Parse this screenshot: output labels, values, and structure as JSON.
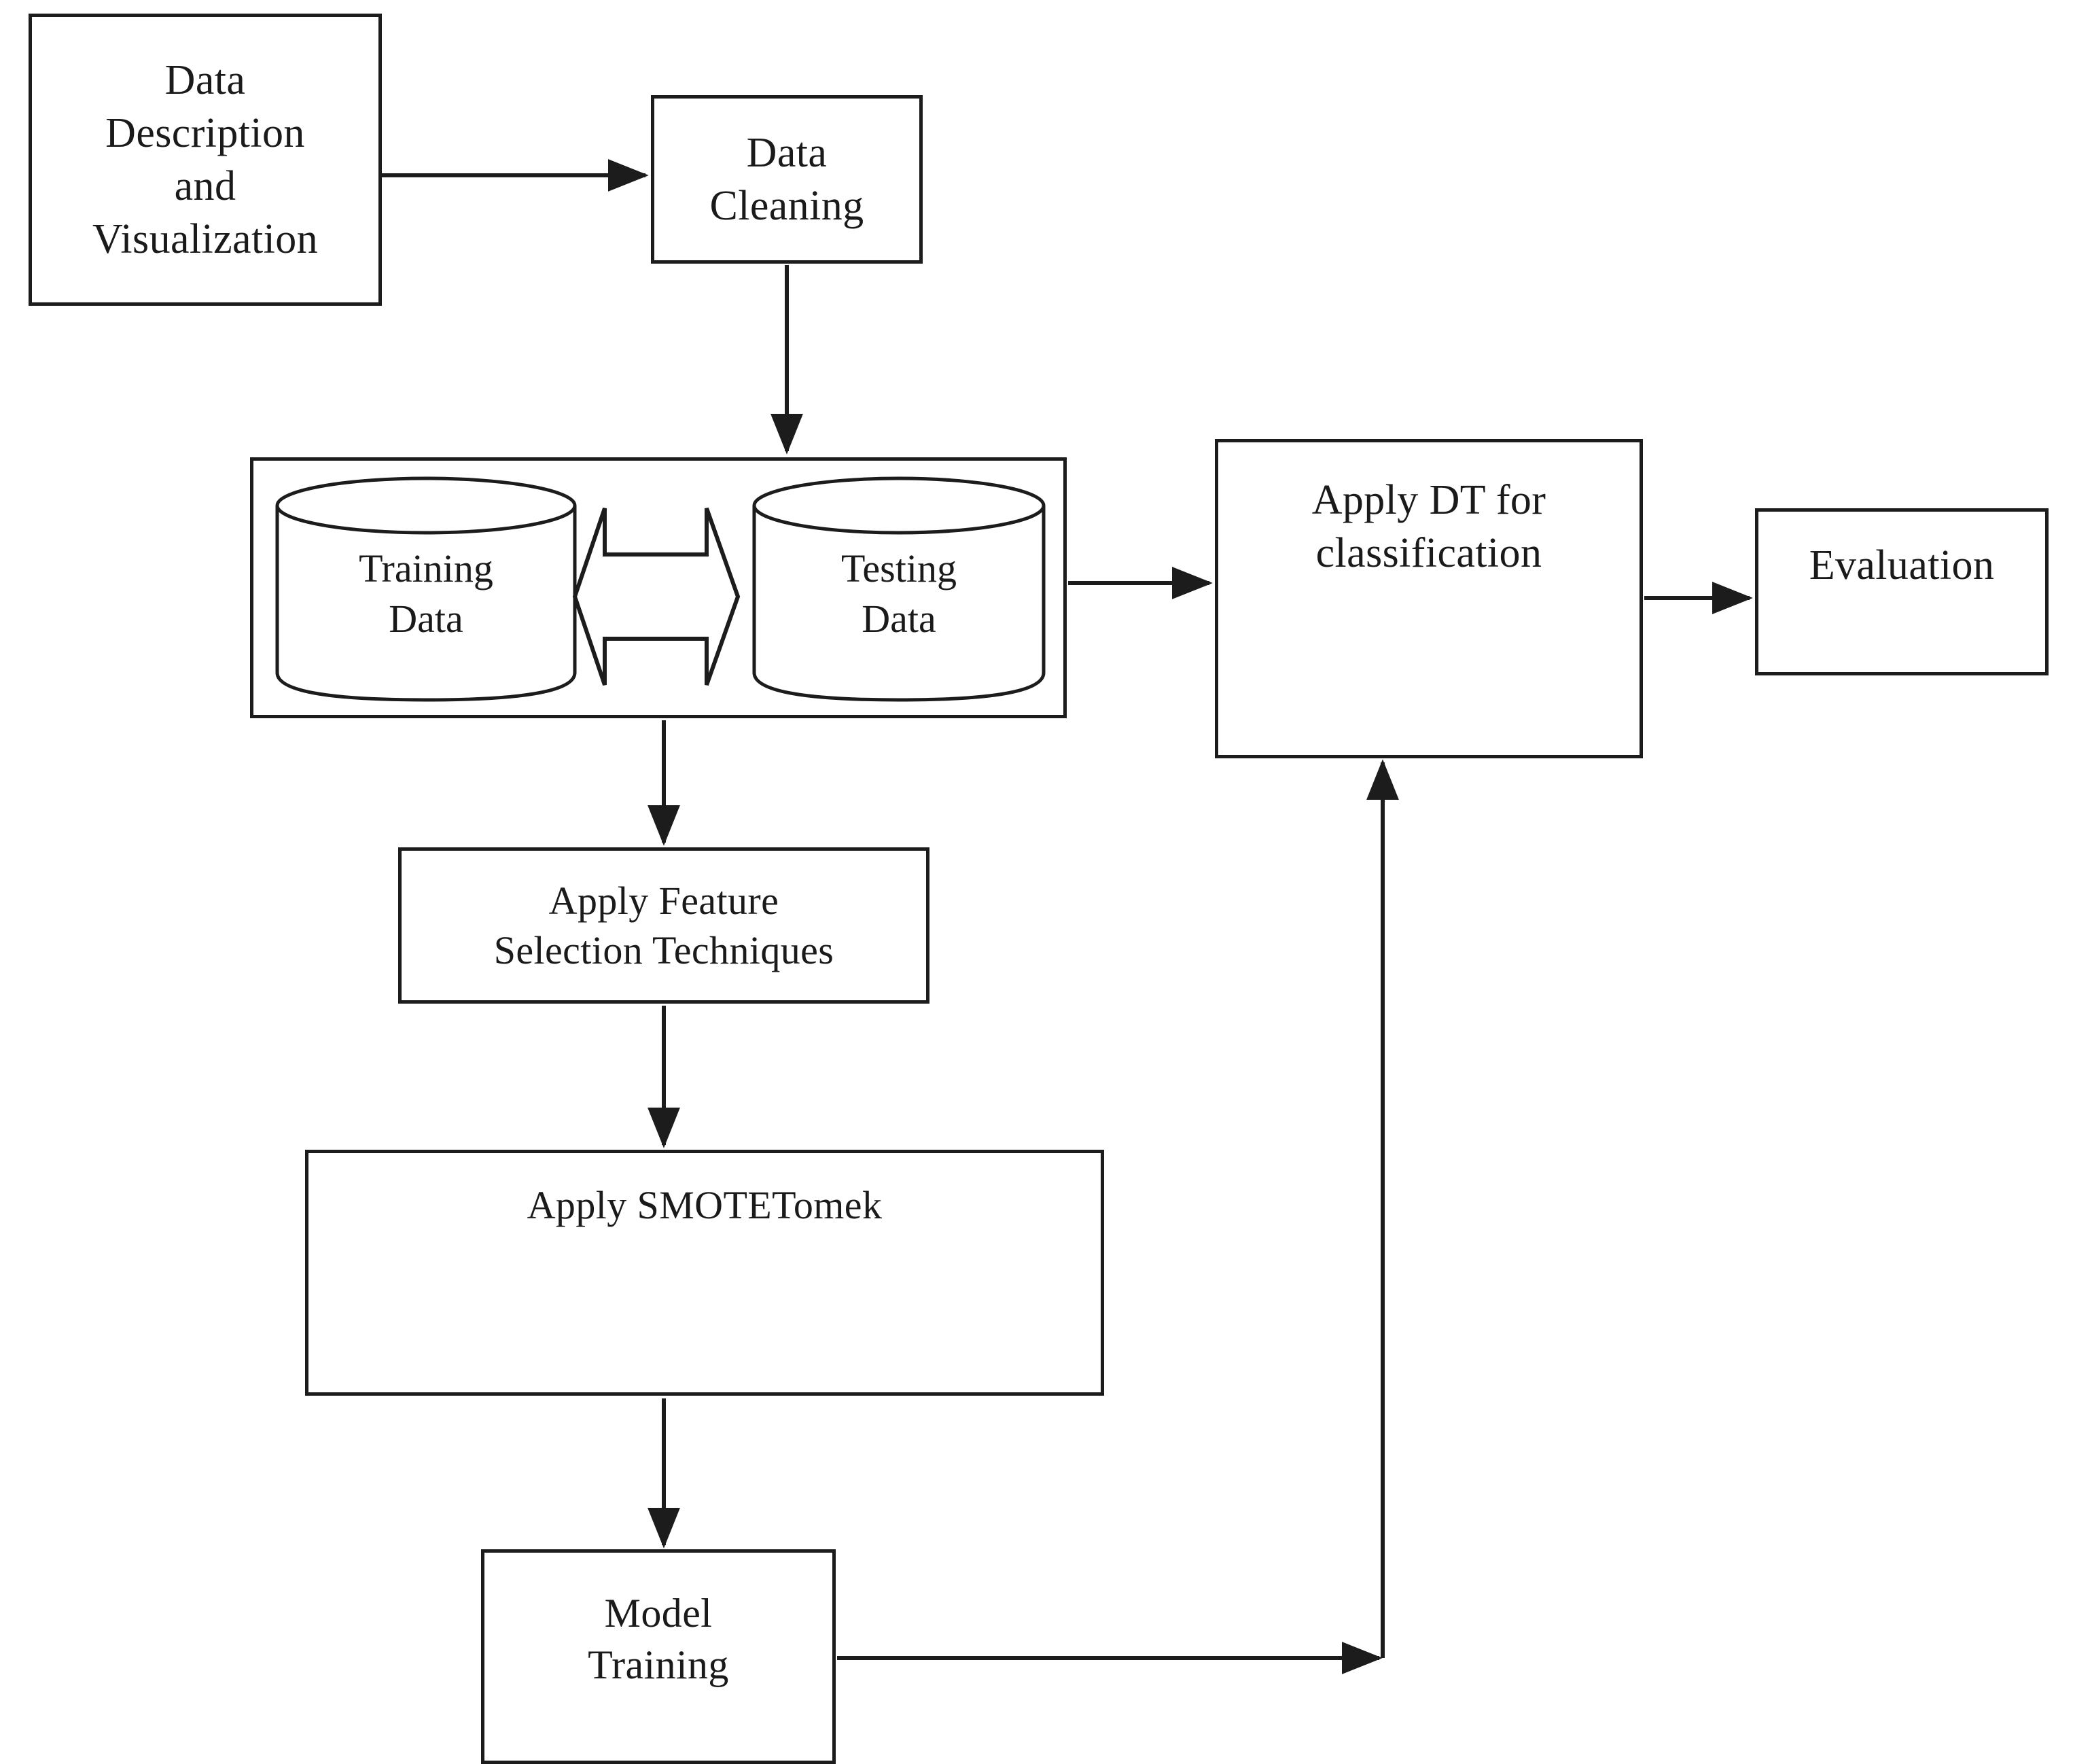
{
  "diagram": {
    "title": "Machine learning pipeline flowchart",
    "stroke_color": "#1c1c1c",
    "background_color": "#ffffff",
    "nodes": {
      "data_description": {
        "label": "Data\nDescription\nand\nVisualization",
        "shape": "rectangle"
      },
      "data_cleaning": {
        "label": "Data\nCleaning",
        "shape": "rectangle"
      },
      "data_split_container": {
        "label": "",
        "shape": "rectangle"
      },
      "training_data": {
        "label": "Training\nData",
        "shape": "cylinder"
      },
      "testing_data": {
        "label": "Testing\nData",
        "shape": "cylinder"
      },
      "apply_dt": {
        "label": "Apply DT for\nclassification",
        "shape": "rectangle"
      },
      "evaluation": {
        "label": "Evaluation",
        "shape": "rectangle"
      },
      "feature_selection": {
        "label": "Apply Feature\nSelection Techniques",
        "shape": "rectangle"
      },
      "smotetomek": {
        "label": "Apply SMOTETomek",
        "shape": "rectangle"
      },
      "model_training": {
        "label": "Model\nTraining",
        "shape": "rectangle"
      }
    },
    "edges": [
      {
        "from": "data_description",
        "to": "data_cleaning",
        "direction": "right",
        "arrowheads": 1
      },
      {
        "from": "data_cleaning",
        "to": "data_split_container",
        "direction": "down",
        "arrowheads": 1
      },
      {
        "from": "training_data",
        "to": "testing_data",
        "direction": "bidirectional",
        "arrowheads": 2
      },
      {
        "from": "data_split_container",
        "to": "apply_dt",
        "direction": "right",
        "arrowheads": 1
      },
      {
        "from": "apply_dt",
        "to": "evaluation",
        "direction": "right",
        "arrowheads": 1
      },
      {
        "from": "data_split_container",
        "to": "feature_selection",
        "direction": "down",
        "arrowheads": 1
      },
      {
        "from": "feature_selection",
        "to": "smotetomek",
        "direction": "down",
        "arrowheads": 1
      },
      {
        "from": "smotetomek",
        "to": "model_training",
        "direction": "down",
        "arrowheads": 1
      },
      {
        "from": "model_training",
        "to": "apply_dt",
        "direction": "right-then-up",
        "arrowheads": 2
      }
    ]
  }
}
